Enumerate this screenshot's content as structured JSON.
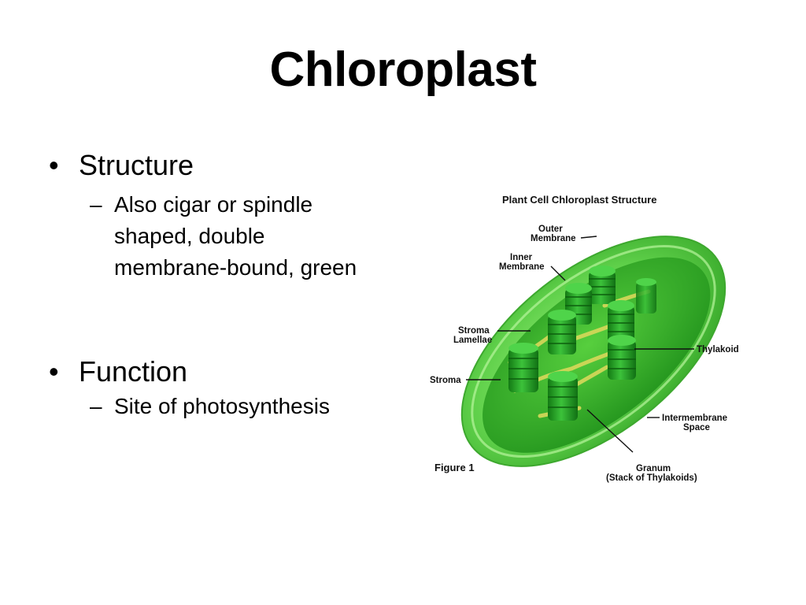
{
  "slide": {
    "title": "Chloroplast",
    "bullets": [
      {
        "text": "Structure",
        "sub": [
          "Also cigar or spindle shaped, double membrane-bound, green"
        ]
      },
      {
        "text": "Function",
        "sub": [
          "Site of photosynthesis"
        ]
      }
    ],
    "bullet_mark": "•",
    "sub_mark": "–"
  },
  "figure": {
    "title": "Plant Cell Chloroplast Structure",
    "caption": "Figure 1",
    "labels": {
      "outer_membrane": [
        "Outer",
        "Membrane"
      ],
      "inner_membrane": [
        "Inner",
        "Membrane"
      ],
      "stroma_lamellae": [
        "Stroma",
        "Lamellae"
      ],
      "stroma": "Stroma",
      "thylakoid": "Thylakoid",
      "intermembrane_space": [
        "Intermembrane",
        "Space"
      ],
      "granum": [
        "Granum",
        "(Stack of Thylakoids)"
      ]
    },
    "colors": {
      "membrane": "#5fd04a",
      "interior": "#2fb52a",
      "granum": "#1f9a1f",
      "lamellae": "#d8d85a",
      "title_text": "#111111"
    }
  }
}
